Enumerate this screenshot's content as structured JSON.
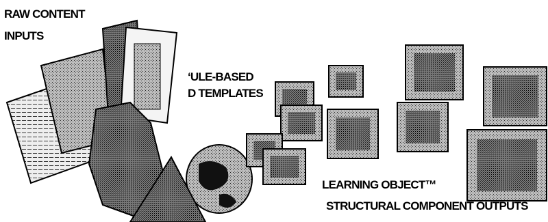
{
  "labels": {
    "raw_line1": "RAW CONTENT",
    "raw_line2": "INPUTS",
    "template_line1": "‘ULE-BASED",
    "template_line2": "D TEMPLATES",
    "output_line1": "LEARNING OBJECT™",
    "output_line2": "STRUCTURAL COMPONENT OUTPUTS"
  },
  "colors": {
    "ink": "#000000",
    "background": "#ffffff",
    "dither_mid": "#7a7a7a",
    "dither_light": "#bdbdbd"
  }
}
